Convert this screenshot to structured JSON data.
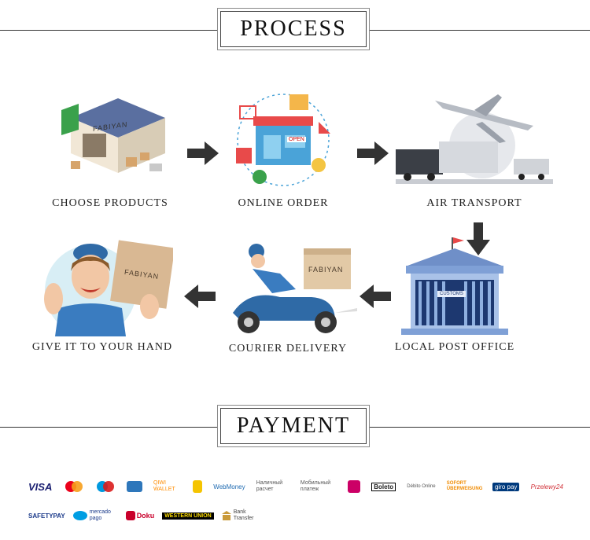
{
  "process": {
    "title": "PROCESS",
    "steps": [
      {
        "label": "CHOOSE PRODUCTS",
        "brand": "FABIYAN"
      },
      {
        "label": "ONLINE ORDER",
        "sign": "OPEN"
      },
      {
        "label": "AIR TRANSPORT"
      },
      {
        "label": "GIVE IT TO YOUR HAND",
        "brand": "FABIYAN"
      },
      {
        "label": "COURIER DELIVERY",
        "brand": "FABIYAN"
      },
      {
        "label": "LOCAL POST OFFICE",
        "sign": "CUSTOMS"
      }
    ]
  },
  "payment": {
    "title": "PAYMENT",
    "row1": [
      {
        "name": "visa",
        "text": "VISA",
        "color": "#1a1f71"
      },
      {
        "name": "mastercard",
        "text": "MasterCard",
        "color": "#eb001b"
      },
      {
        "name": "maestro",
        "text": "Maestro",
        "color": "#0099df"
      },
      {
        "name": "amex",
        "text": "",
        "color": "#2e77bb"
      },
      {
        "name": "qiwi",
        "text": "QIWI WALLET",
        "color": "#ff8c00"
      },
      {
        "name": "yandex",
        "text": "",
        "color": "#f5c400"
      },
      {
        "name": "webmoney",
        "text": "WebMoney",
        "color": "#1e6ab1"
      },
      {
        "name": "cash",
        "text": "Наличный расчет",
        "color": "#555"
      },
      {
        "name": "mobile",
        "text": "Мобильный платеж",
        "color": "#555"
      },
      {
        "name": "ideal",
        "text": "",
        "color": "#cc0066"
      },
      {
        "name": "boleto",
        "text": "Boleto",
        "color": "#000"
      },
      {
        "name": "debito",
        "text": "Débito Online",
        "color": "#555"
      },
      {
        "name": "sofort",
        "text": "SOFORT ÜBERWEISUNG",
        "color": "#f08b00"
      },
      {
        "name": "giropay",
        "text": "giro pay",
        "color": "#003a7d"
      },
      {
        "name": "przelewy",
        "text": "Przelewy24",
        "color": "#d13239"
      }
    ],
    "row2": [
      {
        "name": "safetypay",
        "text": "SAFETYPAY",
        "color": "#1b3a8a"
      },
      {
        "name": "mercado",
        "text": "mercado pago",
        "color": "#009ee3"
      },
      {
        "name": "doku",
        "text": "Doku",
        "color": "#c9002b"
      },
      {
        "name": "western",
        "text": "WESTERN UNION",
        "color": "#ffdd00"
      },
      {
        "name": "bank",
        "text": "Bank Transfer",
        "color": "#444"
      }
    ]
  }
}
